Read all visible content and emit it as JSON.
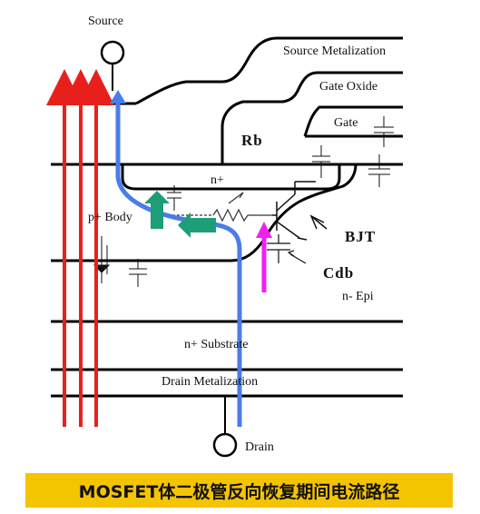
{
  "labels": {
    "source": "Source",
    "source_metalization": "Source Metalization",
    "gate_oxide": "Gate Oxide",
    "gate": "Gate",
    "rb": "Rb",
    "n_plus": "n+",
    "p_body": "p+ Body",
    "bjt": "BJT",
    "cdb": "Cdb",
    "n_epi": "n-  Epi",
    "n_substrate": "n+ Substrate",
    "drain_metalization": "Drain Metalization",
    "drain": "Drain"
  },
  "caption": "MOSFET体二极管反向恢复期间电流路径",
  "colors": {
    "red_arrows": "#e8201c",
    "blue_path": "#4a7de8",
    "green_arrows": "#1e9e78",
    "magenta_arrow": "#ee22ee",
    "caption_bg": "#f5c400"
  }
}
